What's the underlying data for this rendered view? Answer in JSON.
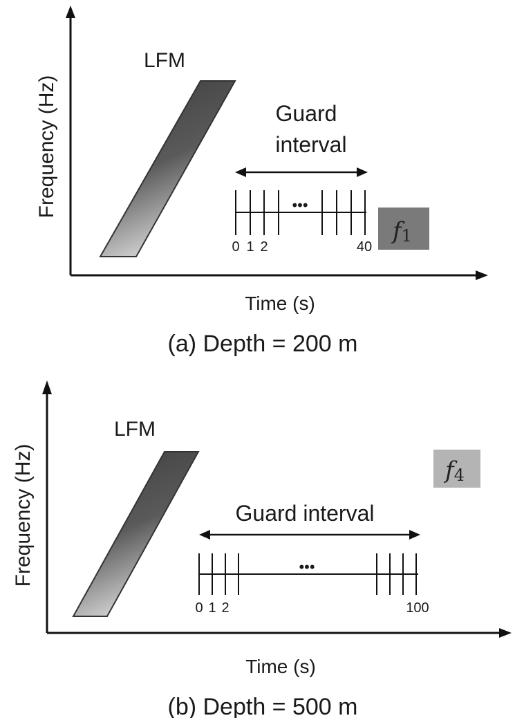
{
  "panel_a": {
    "signal_label": "LFM",
    "guard_label_line1": "Guard",
    "guard_label_line2": "interval",
    "ellipsis": "•••",
    "tick_start": "0",
    "tick_one": "1",
    "tick_two": "2",
    "tick_end": "40",
    "freq_box_symbol": "f",
    "freq_box_subscript": "1",
    "y_axis_label": "Frequency (Hz)",
    "x_axis_label": "Time (s)",
    "caption": "(a) Depth = 200 m"
  },
  "panel_b": {
    "signal_label": "LFM",
    "guard_label": "Guard interval",
    "ellipsis": "•••",
    "tick_start": "0",
    "tick_one": "1",
    "tick_two": "2",
    "tick_end": "100",
    "freq_box_symbol": "f",
    "freq_box_subscript": "4",
    "y_axis_label": "Frequency (Hz)",
    "x_axis_label": "Time (s)",
    "caption": "(b) Depth = 500 m"
  },
  "colors": {
    "axis": "#111111",
    "box_a": "#7a7a7a",
    "box_b": "#b4b4b4",
    "lfm_dark": "#3a3a3a",
    "lfm_light": "#d2d2d2"
  }
}
